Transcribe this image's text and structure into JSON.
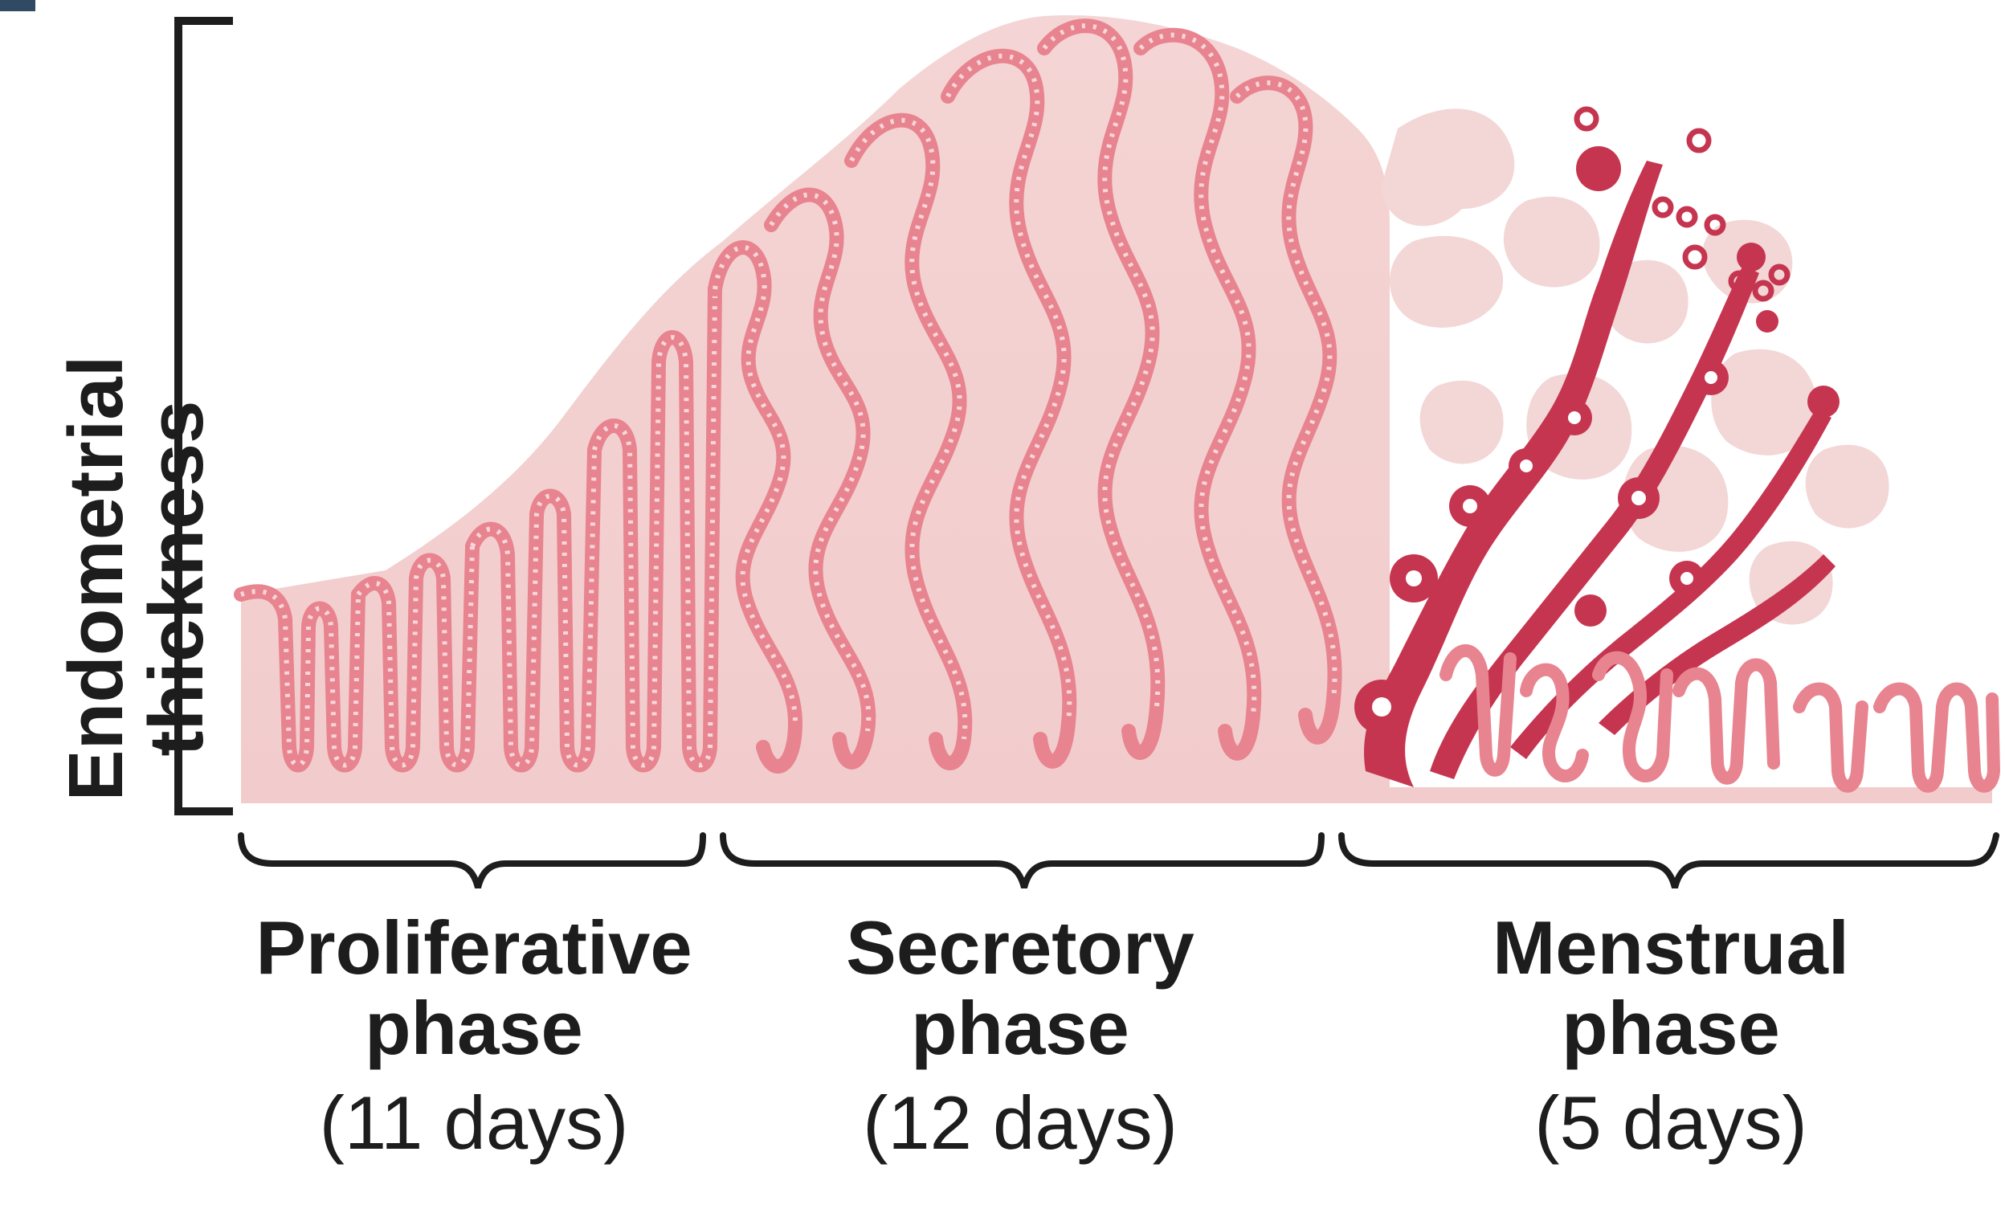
{
  "axis": {
    "label_line1": "Endometrial",
    "label_line2": "thickness"
  },
  "phases": [
    {
      "name": "Proliferative",
      "word": "phase",
      "duration": "(11 days)"
    },
    {
      "name": "Secretory",
      "word": "phase",
      "duration": "(12 days)"
    },
    {
      "name": "Menstrual",
      "word": "phase",
      "duration": "(5 days)"
    }
  ],
  "colors": {
    "tissue": "#f3cfcf",
    "gland": "#e8848f",
    "gland_dots": "#f8d7da",
    "blood": "#c6354f",
    "shedding": "#f3d2d2",
    "text": "#1d1d1d"
  }
}
